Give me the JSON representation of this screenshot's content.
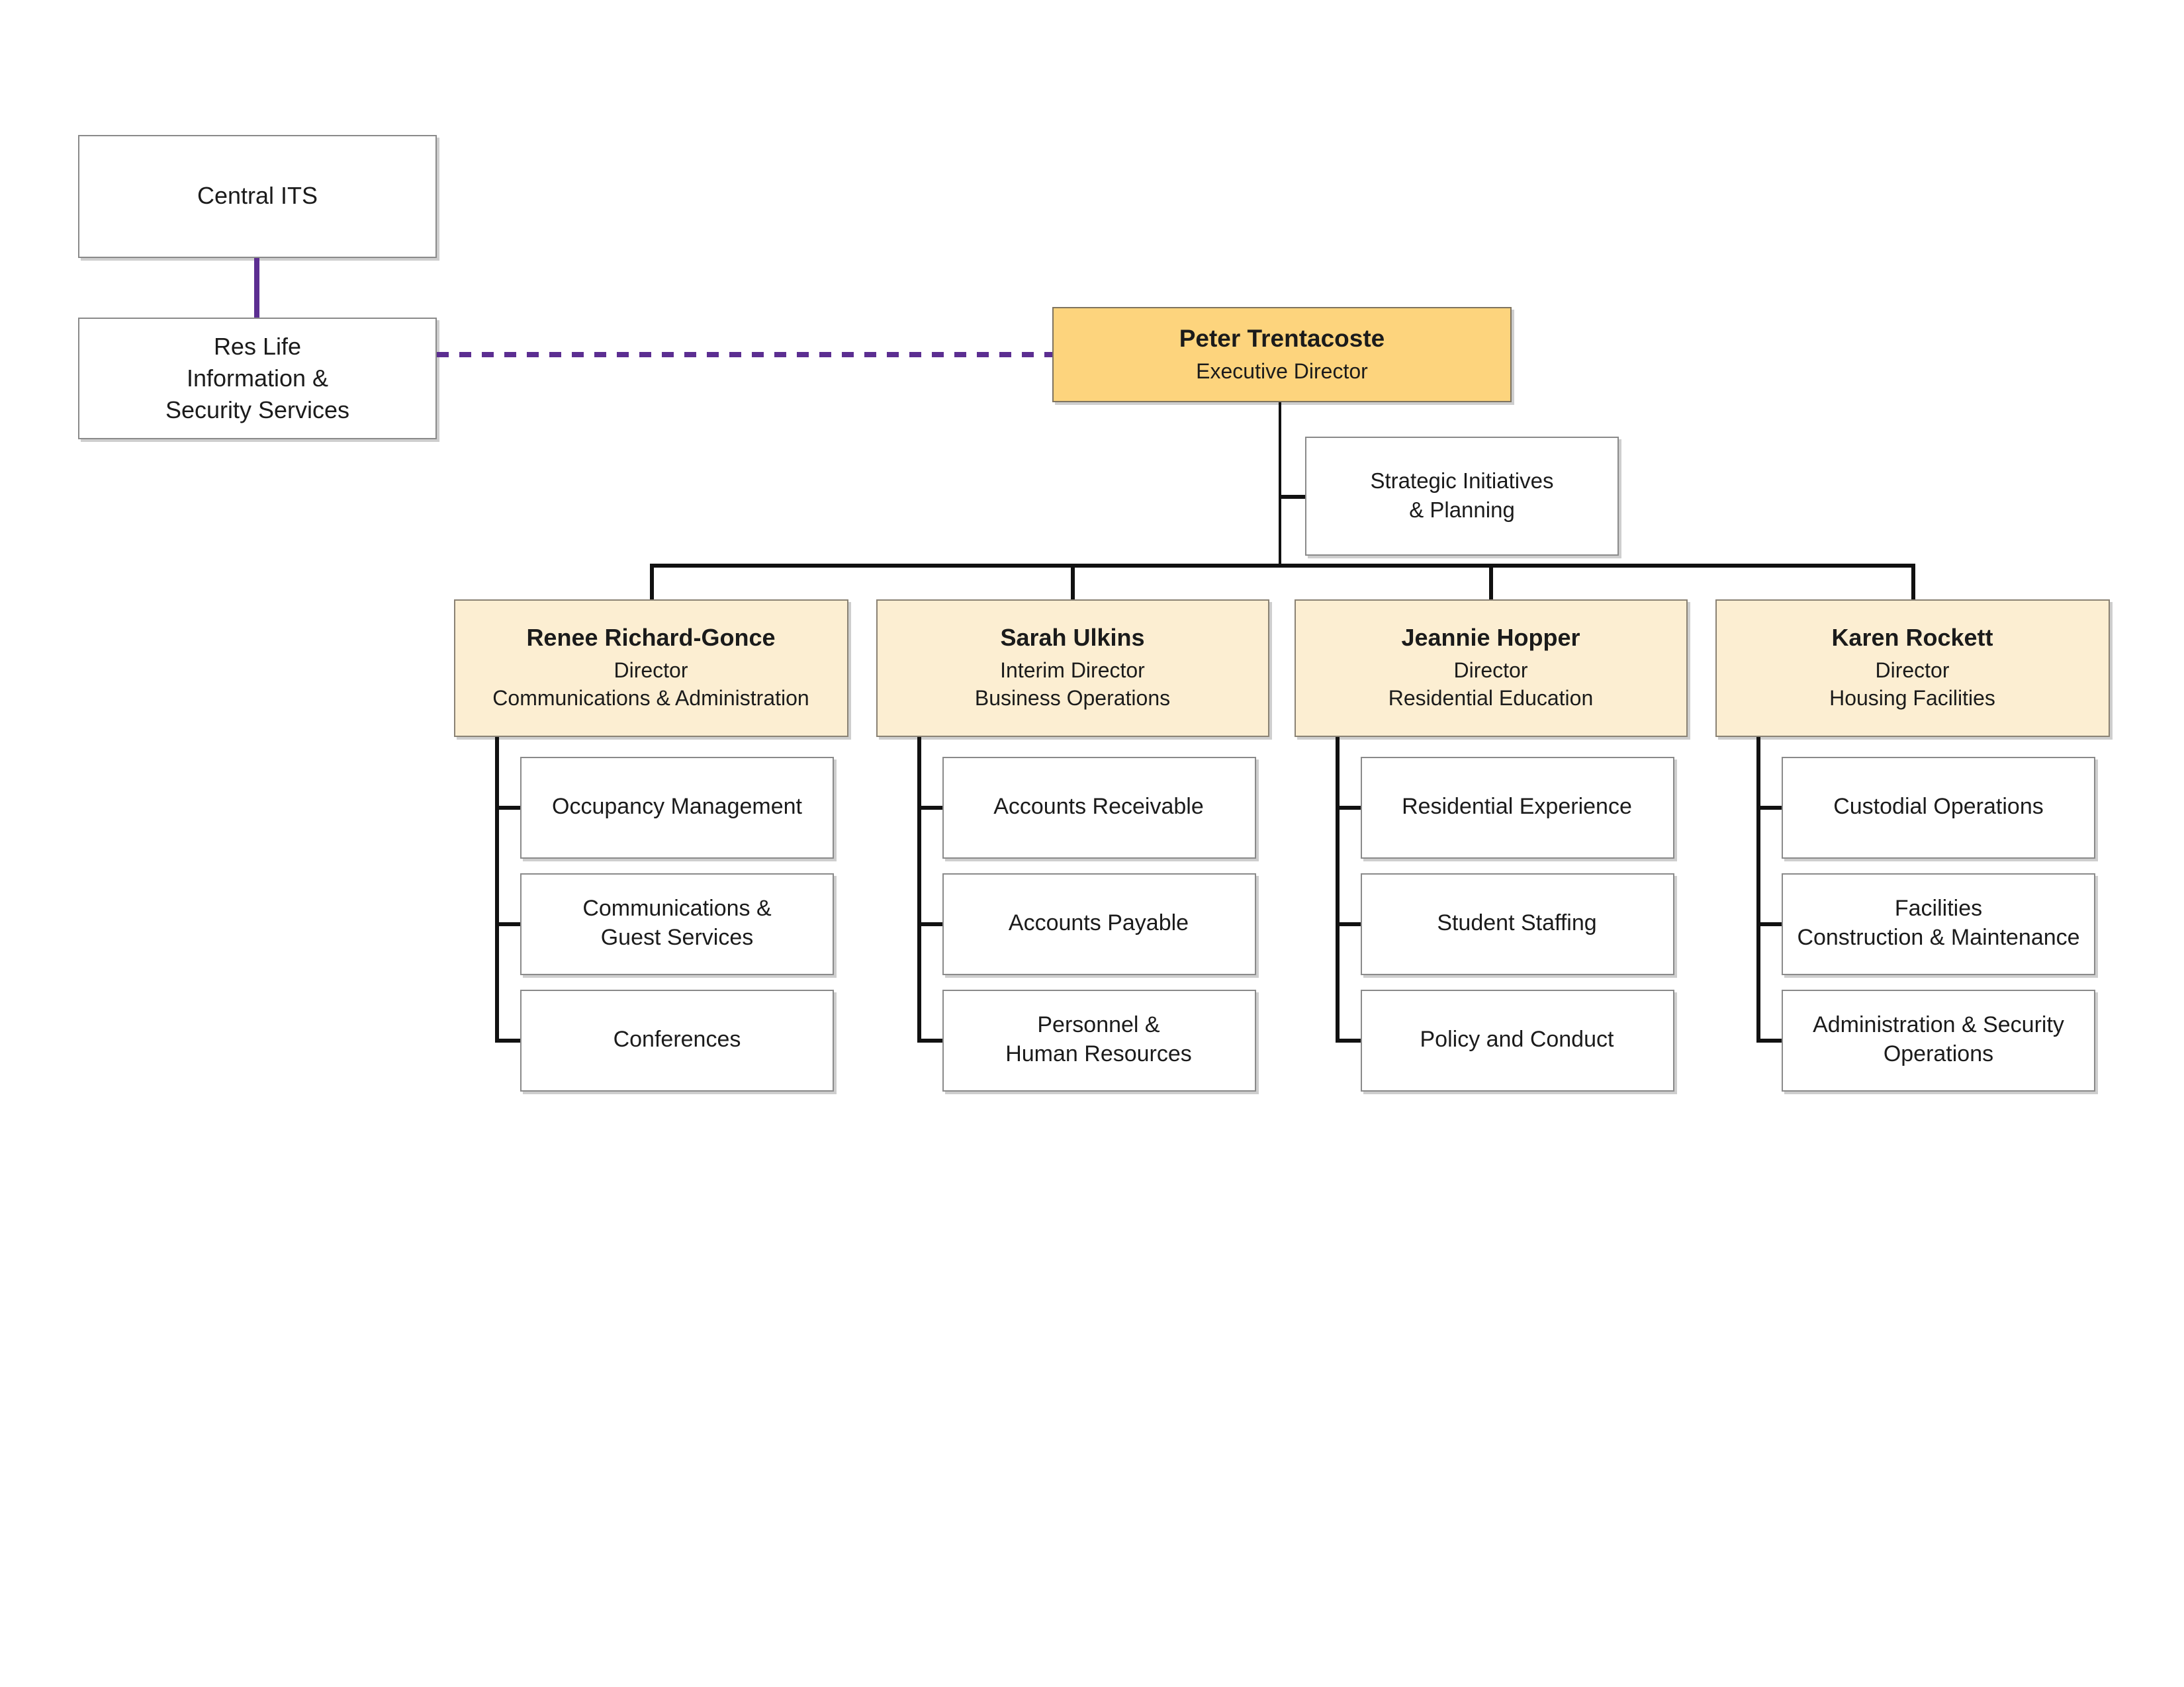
{
  "colors": {
    "executive_fill": "#FDD47D",
    "director_fill": "#FCEED2",
    "dotted_line_purple": "#5C2E91",
    "connector_black": "#111111",
    "box_border_gray": "#8a8a8a",
    "text": "#1b1b1b"
  },
  "nodes": {
    "central_its": {
      "label": "Central ITS"
    },
    "res_life": {
      "lines": [
        "Res Life",
        "Information &",
        "Security Services"
      ]
    },
    "executive": {
      "name": "Peter Trentacoste",
      "title": "Executive Director"
    },
    "strategic": {
      "lines": [
        "Strategic Initiatives",
        "& Planning"
      ]
    },
    "directors": [
      {
        "name": "Renee Richard-Gonce",
        "title": "Director",
        "dept": "Communications & Administration",
        "reports": [
          {
            "lines": [
              "Occupancy Management"
            ]
          },
          {
            "lines": [
              "Communications &",
              "Guest Services"
            ]
          },
          {
            "lines": [
              "Conferences"
            ]
          }
        ]
      },
      {
        "name": "Sarah Ulkins",
        "title": "Interim Director",
        "dept": "Business Operations",
        "reports": [
          {
            "lines": [
              "Accounts Receivable"
            ]
          },
          {
            "lines": [
              "Accounts Payable"
            ]
          },
          {
            "lines": [
              "Personnel &",
              "Human Resources"
            ]
          }
        ]
      },
      {
        "name": "Jeannie Hopper",
        "title": "Director",
        "dept": "Residential Education",
        "reports": [
          {
            "lines": [
              "Residential Experience"
            ]
          },
          {
            "lines": [
              "Student Staffing"
            ]
          },
          {
            "lines": [
              "Policy and Conduct"
            ]
          }
        ]
      },
      {
        "name": "Karen Rockett",
        "title": "Director",
        "dept": "Housing Facilities",
        "reports": [
          {
            "lines": [
              "Custodial Operations"
            ]
          },
          {
            "lines": [
              "Facilities",
              "Construction & Maintenance"
            ]
          },
          {
            "lines": [
              "Administration & Security",
              "Operations"
            ]
          }
        ]
      }
    ]
  }
}
